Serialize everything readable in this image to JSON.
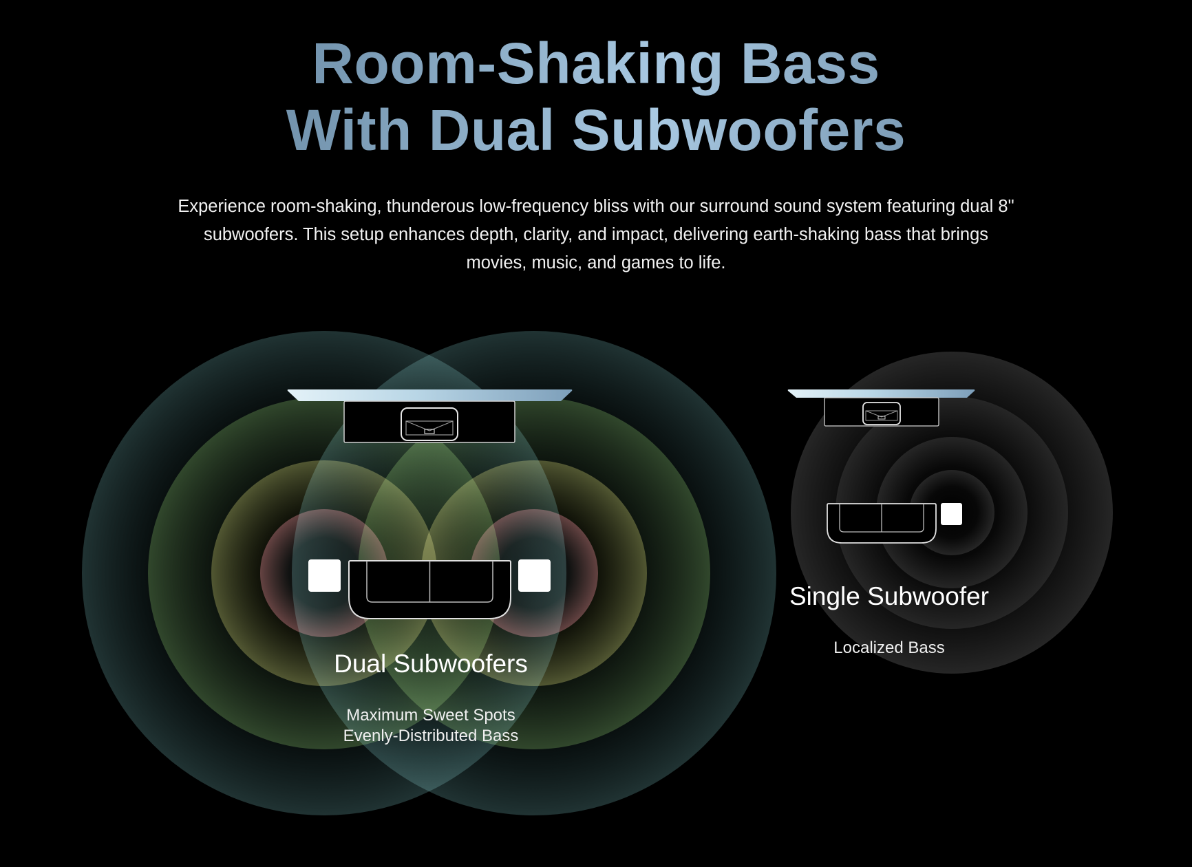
{
  "header": {
    "title_line1": "Room-Shaking Bass",
    "title_line2": "With Dual Subwoofers",
    "description": "Experience room-shaking, thunderous low-frequency bliss with our surround sound system featuring dual 8\" subwoofers. This setup enhances depth, clarity, and impact, delivering earth-shaking bass that brings movies, music, and games to life."
  },
  "colors": {
    "background": "#000000",
    "title_gradient_start": "#4f6d86",
    "title_gradient_mid": "#a9c9e2",
    "tv_gradient_start": "#e4f2f8",
    "tv_gradient_end": "#7d9fba",
    "ring_teal": "#2b4444",
    "ring_green": "#3b5533",
    "ring_olive": "#5d6238",
    "ring_rose": "#6e4848",
    "ring_grey": "#262626"
  },
  "diagrams": {
    "dual": {
      "heading": "Dual Subwoofers",
      "benefits": [
        "Maximum Sweet Spots",
        "Evenly-Distributed Bass"
      ],
      "subwoofer_count": 2
    },
    "single": {
      "heading": "Single Subwoofer",
      "benefits": [
        "Localized Bass"
      ],
      "subwoofer_count": 1
    }
  }
}
